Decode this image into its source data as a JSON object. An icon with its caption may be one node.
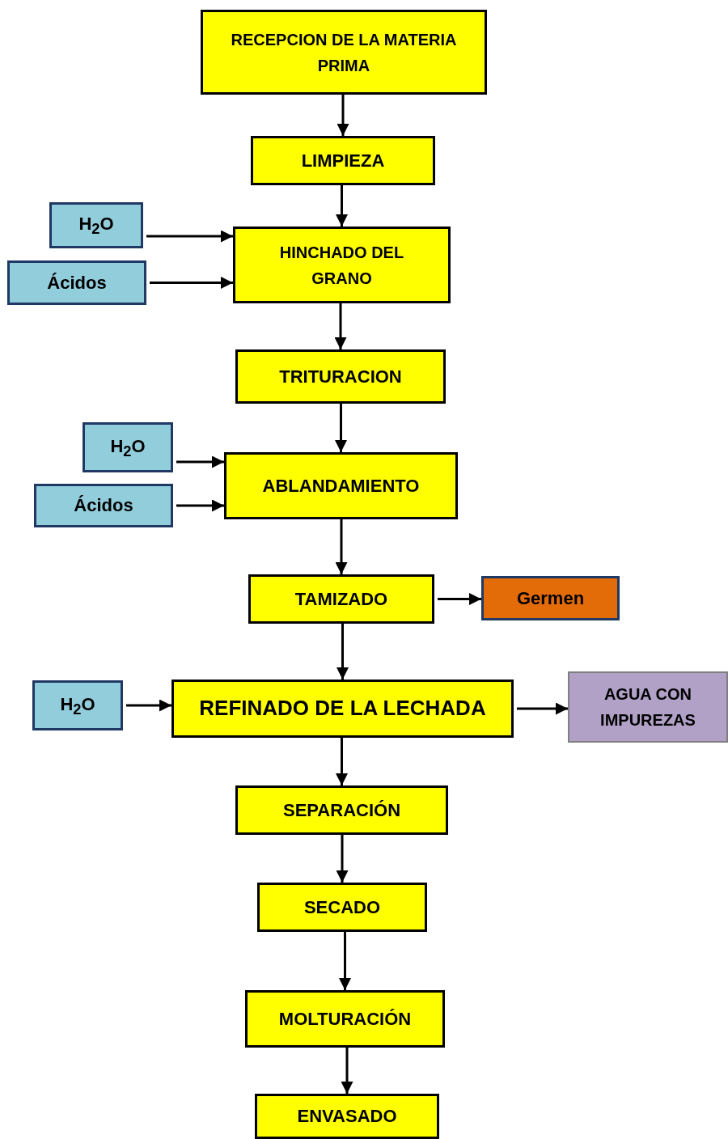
{
  "diagram": {
    "nodes": [
      {
        "text": [
          "RECEPCION DE LA MATERIA PRIMA"
        ]
      },
      {
        "text": [
          "LIMPIEZA"
        ]
      },
      {
        "text": [
          "H$_{2}$O"
        ]
      },
      {
        "text": [
          "Ácidos"
        ]
      },
      {
        "text": [
          "HINCHADO DEL GRANO"
        ]
      },
      {
        "text": [
          "TRITURACION"
        ]
      },
      {
        "text": [
          "H$_{2}$O"
        ]
      },
      {
        "text": [
          "Ácidos"
        ]
      },
      {
        "text": [
          "ABLANDAMIENTO"
        ]
      },
      {
        "text": [
          "TAMIZADO"
        ]
      },
      {
        "text": [
          "Germen"
        ]
      },
      {
        "text": [
          "H$_{2}$O"
        ]
      },
      {
        "text": [
          "REFINADO DE LA LECHADA"
        ]
      },
      {
        "text": [
          "AGUA CON IMPUREZAS"
        ]
      },
      {
        "text": [
          "SEPARACIÓN"
        ]
      },
      {
        "text": [
          "SECADO"
        ]
      },
      {
        "text": [
          "MOLTURACIÓN"
        ]
      },
      {
        "text": [
          "ENVASADO"
        ]
      }
    ],
    "edges": [
      {
        "from": 0,
        "to": 1,
        "arrow": "to"
      },
      {
        "from": 1,
        "to": 4,
        "arrow": "to"
      },
      {
        "from": 2,
        "to": 4,
        "arrow": "to"
      },
      {
        "from": 3,
        "to": 4,
        "arrow": "to"
      },
      {
        "from": 4,
        "to": 5,
        "arrow": "to"
      },
      {
        "from": 5,
        "to": 8,
        "arrow": "to"
      },
      {
        "from": 6,
        "to": 8,
        "arrow": "to"
      },
      {
        "from": 7,
        "to": 8,
        "arrow": "to"
      },
      {
        "from": 8,
        "to": 9,
        "arrow": "to"
      },
      {
        "from": 9,
        "to": 10,
        "arrow": "to"
      },
      {
        "from": 9,
        "to": 12,
        "arrow": "to"
      },
      {
        "from": 11,
        "to": 12,
        "arrow": "to"
      },
      {
        "from": 12,
        "to": 13,
        "arrow": "to"
      },
      {
        "from": 12,
        "to": 14,
        "arrow": "to"
      },
      {
        "from": 14,
        "to": 15,
        "arrow": "to"
      },
      {
        "from": 15,
        "to": 16,
        "arrow": "to"
      },
      {
        "from": 16,
        "to": 17,
        "arrow": "to"
      }
    ]
  }
}
